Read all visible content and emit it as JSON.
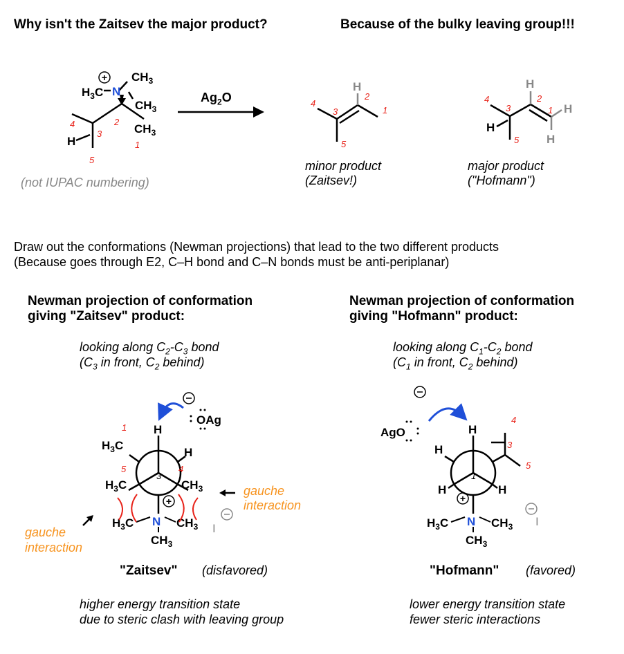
{
  "top": {
    "question": "Why isn't the Zaitsev the major product?",
    "answer": "Because of the bulky leaving group!!!"
  },
  "reaction": {
    "reagent": "Ag",
    "reagent_sub": "2",
    "reagent_tail": "O",
    "numbering_note": "(not IUPAC numbering)",
    "minor_label": "minor product",
    "minor_note": "(Zaitsev!)",
    "major_label": "major product",
    "major_note": "(\"Hofmann\")"
  },
  "explanation": {
    "line1": "Draw out the conformations (Newman projections) that lead to the two different products",
    "line2": "(Because goes through E2, C–H bond and C–N bonds must be anti-periplanar)"
  },
  "left": {
    "heading1": "Newman projection of conformation",
    "heading2": "giving \"Zaitsev\" product:",
    "look1_a": "looking along C",
    "look1_b": "2",
    "look1_c": "-C",
    "look1_d": "3",
    "look1_e": " bond",
    "look2_a": "(C",
    "look2_b": "3",
    "look2_c": " in front, C",
    "look2_d": "2",
    "look2_e": " behind)",
    "name": "\"Zaitsev\"",
    "verdict": "(disfavored)",
    "note1": "higher energy transition state",
    "note2": "due to steric clash with leaving group",
    "gauche1_a": "gauche",
    "gauche1_b": "interaction",
    "gauche2_a": "gauche",
    "gauche2_b": "interaction"
  },
  "right": {
    "heading1": "Newman projection of conformation",
    "heading2": "giving \"Hofmann\" product:",
    "look1_a": "looking along C",
    "look1_b": "1",
    "look1_c": "-C",
    "look1_d": "2",
    "look1_e": " bond",
    "look2_a": "(C",
    "look2_b": "1",
    "look2_c": " in front, C",
    "look2_d": "2",
    "look2_e": " behind)",
    "name": "\"Hofmann\"",
    "verdict": "(favored)",
    "note1": "lower energy transition state",
    "note2": "fewer steric interactions"
  },
  "atoms": {
    "H3C": "H",
    "three": "3",
    "C": "C",
    "CH": "CH",
    "N": "N",
    "H": "H",
    "OAg": "OAg",
    "AgO": "AgO",
    "I": "I",
    "plus": "+",
    "minus": "−",
    "n1": "1",
    "n2": "2",
    "n3": "3",
    "n4": "4",
    "n5": "5"
  },
  "colors": {
    "nitrogen": "#1f4fd8",
    "numbers": "#e8231a",
    "gauche": "#f7931e",
    "grey": "#888888",
    "arc": "#e8231a"
  }
}
